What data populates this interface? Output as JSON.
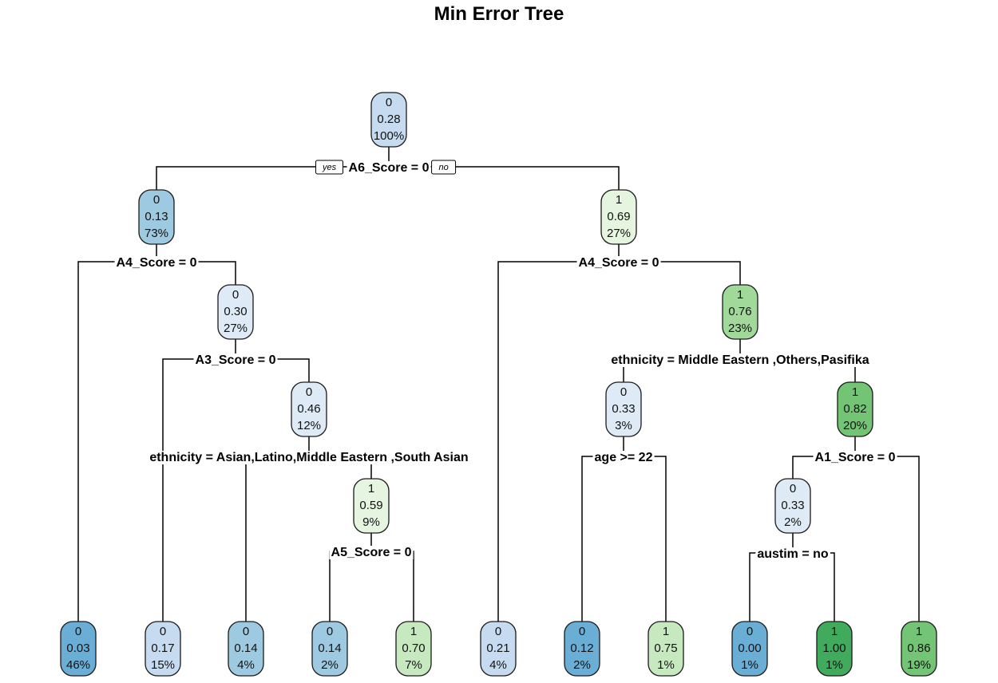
{
  "chart_data": {
    "type": "decision_tree",
    "title": "Min Error Tree",
    "branch_labels": {
      "yes": "yes",
      "no": "no"
    },
    "nodes": [
      {
        "id": "n1",
        "class": "0",
        "prob": "0.28",
        "pct": "100%",
        "split": "A6_Score = 0"
      },
      {
        "id": "n2",
        "class": "0",
        "prob": "0.13",
        "pct": "73%",
        "split": "A4_Score = 0",
        "parent": "n1"
      },
      {
        "id": "n3",
        "class": "1",
        "prob": "0.69",
        "pct": "27%",
        "split": "A4_Score = 0",
        "parent": "n1"
      },
      {
        "id": "n4",
        "class": "0",
        "prob": "0.03",
        "pct": "46%",
        "parent": "n2"
      },
      {
        "id": "n5",
        "class": "0",
        "prob": "0.30",
        "pct": "27%",
        "split": "A3_Score = 0",
        "parent": "n2"
      },
      {
        "id": "n10",
        "class": "0",
        "prob": "0.17",
        "pct": "15%",
        "parent": "n5"
      },
      {
        "id": "n11",
        "class": "0",
        "prob": "0.46",
        "pct": "12%",
        "split": "ethnicity = Asian,Latino,Middle Eastern ,South Asian",
        "parent": "n5"
      },
      {
        "id": "n22",
        "class": "0",
        "prob": "0.14",
        "pct": "4%",
        "parent": "n11"
      },
      {
        "id": "n23",
        "class": "1",
        "prob": "0.59",
        "pct": "9%",
        "split": "A5_Score = 0",
        "parent": "n11"
      },
      {
        "id": "n46",
        "class": "0",
        "prob": "0.14",
        "pct": "2%",
        "parent": "n23"
      },
      {
        "id": "n47",
        "class": "1",
        "prob": "0.70",
        "pct": "7%",
        "parent": "n23"
      },
      {
        "id": "n6",
        "class": "0",
        "prob": "0.21",
        "pct": "4%",
        "parent": "n3"
      },
      {
        "id": "n7",
        "class": "1",
        "prob": "0.76",
        "pct": "23%",
        "split": "ethnicity = Middle Eastern ,Others,Pasifika",
        "parent": "n3"
      },
      {
        "id": "n14",
        "class": "0",
        "prob": "0.33",
        "pct": "3%",
        "split": "age >= 22",
        "parent": "n7"
      },
      {
        "id": "n15",
        "class": "1",
        "prob": "0.82",
        "pct": "20%",
        "split": "A1_Score = 0",
        "parent": "n7"
      },
      {
        "id": "n28",
        "class": "0",
        "prob": "0.12",
        "pct": "2%",
        "parent": "n14"
      },
      {
        "id": "n29",
        "class": "1",
        "prob": "0.75",
        "pct": "1%",
        "parent": "n14"
      },
      {
        "id": "n30",
        "class": "0",
        "prob": "0.33",
        "pct": "2%",
        "split": "austim = no",
        "parent": "n15"
      },
      {
        "id": "n31",
        "class": "1",
        "prob": "0.86",
        "pct": "19%",
        "parent": "n15"
      },
      {
        "id": "n60",
        "class": "0",
        "prob": "0.00",
        "pct": "1%",
        "parent": "n30"
      },
      {
        "id": "n61",
        "class": "1",
        "prob": "1.00",
        "pct": "1%",
        "parent": "n30"
      }
    ],
    "colors": {
      "class0_strong": "#6aaed6",
      "class0_mid": "#9ecae1",
      "class0_light": "#c6dbef",
      "class0_pale": "#deebf7",
      "class1_pale": "#e5f5e0",
      "class1_light": "#c7e9c0",
      "class1_mid": "#a1d99b",
      "class1_strong": "#74c476",
      "class1_dark": "#41ab5d",
      "line": "#000000"
    }
  }
}
